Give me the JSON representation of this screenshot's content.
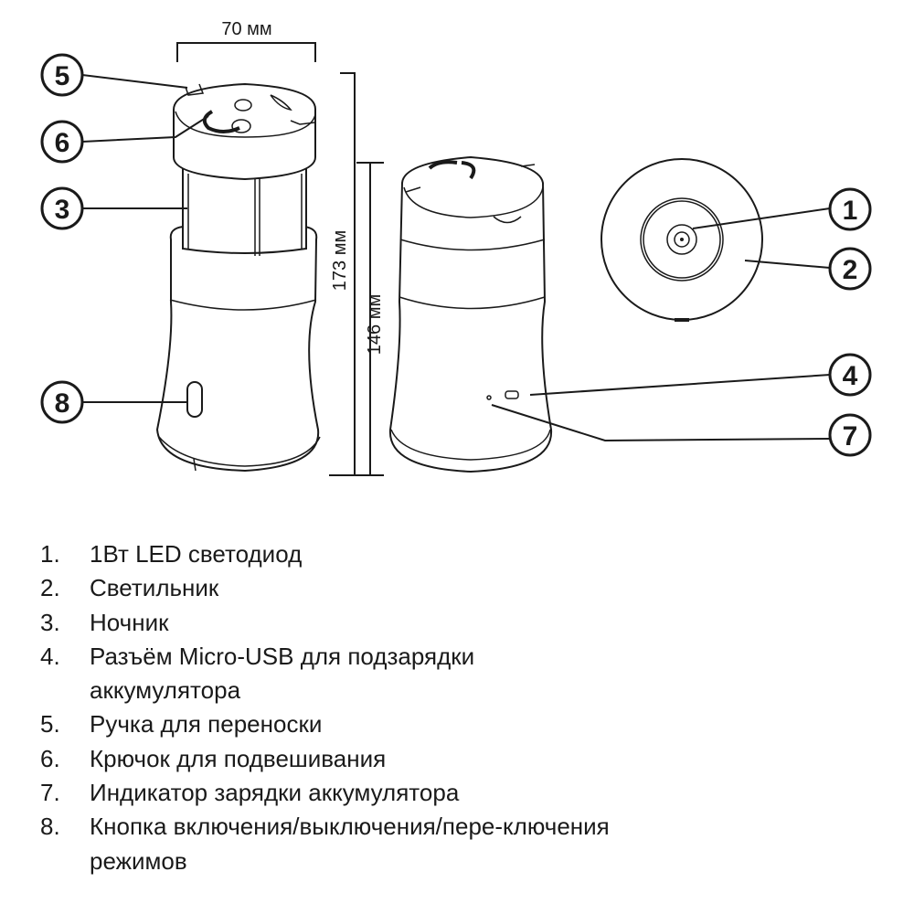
{
  "dimensions": {
    "width": "70 мм",
    "height_total": "173 мм",
    "height_body": "146 мм"
  },
  "callouts": [
    "1",
    "2",
    "3",
    "4",
    "5",
    "6",
    "7",
    "8"
  ],
  "legend": [
    {
      "num": "1.",
      "text": "1Вт LED светодиод"
    },
    {
      "num": "2.",
      "text": "Светильник"
    },
    {
      "num": "3.",
      "text": "Ночник"
    },
    {
      "num": "4.",
      "text": "Разъём Micro-USB для подзарядки аккумулятора"
    },
    {
      "num": "5.",
      "text": "Ручка для переноски"
    },
    {
      "num": "6.",
      "text": "Крючок для подвешивания"
    },
    {
      "num": "7.",
      "text": "Индикатор зарядки аккумулятора"
    },
    {
      "num": "8.",
      "text": "Кнопка включения/выключения/пере-ключения режимов"
    }
  ]
}
